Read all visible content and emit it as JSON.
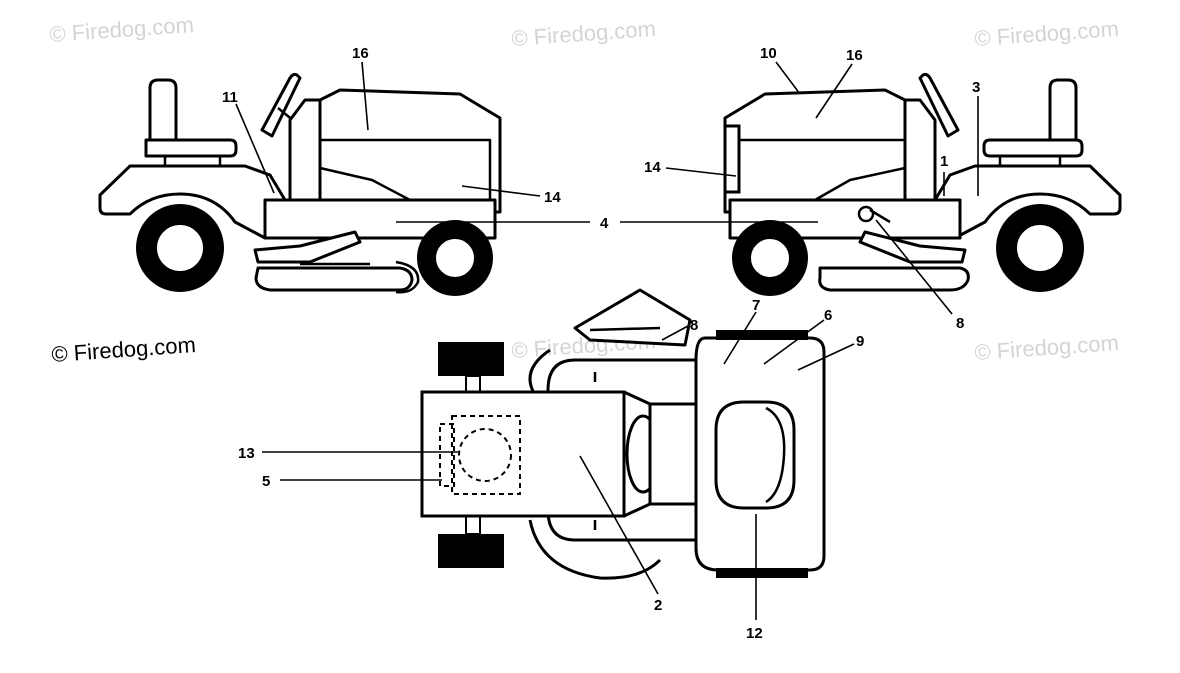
{
  "watermarks": {
    "top_left": "© Firedog.com",
    "top_center": "© Firedog.com",
    "top_right": "© Firedog.com",
    "mid_left": "© Firedog.com",
    "mid_center": "© Firedog.com",
    "mid_right": "© Firedog.com"
  },
  "callouts": {
    "c1": "1",
    "c2": "2",
    "c3": "3",
    "c4": "4",
    "c5": "5",
    "c6": "6",
    "c7": "7",
    "c8a": "8",
    "c8b": "8",
    "c9": "9",
    "c10": "10",
    "c11": "11",
    "c12": "12",
    "c13": "13",
    "c14a": "14",
    "c14b": "14",
    "c16a": "16",
    "c16b": "16"
  }
}
